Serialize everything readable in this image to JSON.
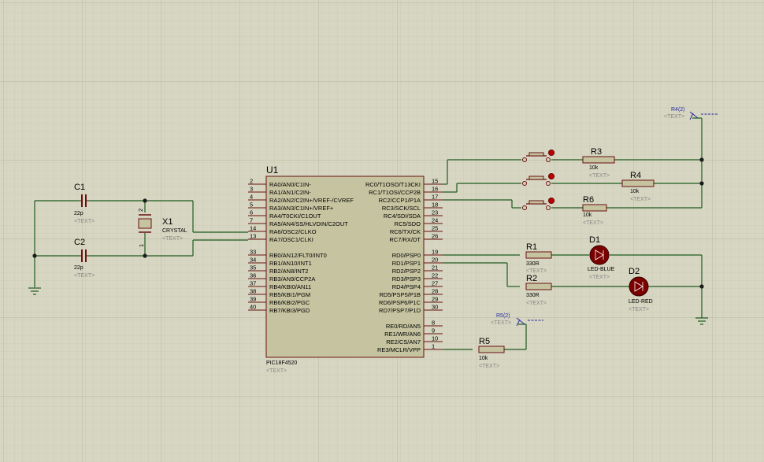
{
  "sheet": {
    "background": "#d6d6c2",
    "wire_color": "#1f5a1f",
    "body_fill": "#c6c4a0",
    "body_stroke": "#6b1010"
  },
  "mcu": {
    "ref": "U1",
    "part": "PIC18F4520",
    "text": "<TEXT>",
    "left_pins": [
      {
        "num": "2",
        "name": "RA0/AN0/C1IN-"
      },
      {
        "num": "3",
        "name": "RA1/AN1/C2IN-"
      },
      {
        "num": "4",
        "name": "RA2/AN2/C2IN+/VREF-/CVREF"
      },
      {
        "num": "5",
        "name": "RA3/AN3/C1IN+/VREF+"
      },
      {
        "num": "6",
        "name": "RA4/T0CKI/C1OUT"
      },
      {
        "num": "7",
        "name": "RA5/AN4/SS/HLVDIN/C2OUT"
      },
      {
        "num": "14",
        "name": "RA6/OSC2/CLKO"
      },
      {
        "num": "13",
        "name": "RA7/OSC1/CLKI"
      },
      {
        "num": "33",
        "name": "RB0/AN12/FLT0/INT0"
      },
      {
        "num": "34",
        "name": "RB1/AN10/INT1"
      },
      {
        "num": "35",
        "name": "RB2/AN8/INT2"
      },
      {
        "num": "36",
        "name": "RB3/AN9/CCP2A"
      },
      {
        "num": "37",
        "name": "RB4/KBI0/AN11"
      },
      {
        "num": "38",
        "name": "RB5/KBI1/PGM"
      },
      {
        "num": "39",
        "name": "RB6/KBI2/PGC"
      },
      {
        "num": "40",
        "name": "RB7/KBI3/PGD"
      }
    ],
    "right_pins": [
      {
        "num": "15",
        "name": "RC0/T1OSO/T13CKI"
      },
      {
        "num": "16",
        "name": "RC1/T1OSI/CCP2B"
      },
      {
        "num": "17",
        "name": "RC2/CCP1/P1A"
      },
      {
        "num": "18",
        "name": "RC3/SCK/SCL"
      },
      {
        "num": "23",
        "name": "RC4/SDI/SDA"
      },
      {
        "num": "24",
        "name": "RC5/SDO"
      },
      {
        "num": "25",
        "name": "RC6/TX/CK"
      },
      {
        "num": "26",
        "name": "RC7/RX/DT"
      },
      {
        "num": "19",
        "name": "RD0/PSP0"
      },
      {
        "num": "20",
        "name": "RD1/PSP1"
      },
      {
        "num": "21",
        "name": "RD2/PSP2"
      },
      {
        "num": "22",
        "name": "RD3/PSP3"
      },
      {
        "num": "27",
        "name": "RD4/PSP4"
      },
      {
        "num": "28",
        "name": "RD5/PSP5/P1B"
      },
      {
        "num": "29",
        "name": "RD6/PSP6/P1C"
      },
      {
        "num": "30",
        "name": "RD7/PSP7/P1D"
      },
      {
        "num": "8",
        "name": "RE0/RD/AN5"
      },
      {
        "num": "9",
        "name": "RE1/WR/AN6"
      },
      {
        "num": "10",
        "name": "RE2/CS/AN7"
      },
      {
        "num": "1",
        "name": "RE3/MCLR/VPP"
      }
    ]
  },
  "components": {
    "c1": {
      "ref": "C1",
      "value": "22p",
      "text": "<TEXT>"
    },
    "c2": {
      "ref": "C2",
      "value": "22p",
      "text": "<TEXT>"
    },
    "x1": {
      "ref": "X1",
      "value": "CRYSTAL",
      "text": "<TEXT>",
      "pin1": "1",
      "pin2": "2"
    },
    "r1": {
      "ref": "R1",
      "value": "330R",
      "text": "<TEXT>"
    },
    "r2": {
      "ref": "R2",
      "value": "330R",
      "text": "<TEXT>"
    },
    "r3": {
      "ref": "R3",
      "value": "10k",
      "text": "<TEXT>"
    },
    "r4": {
      "ref": "R4",
      "value": "10k",
      "text": "<TEXT>"
    },
    "r5": {
      "ref": "R5",
      "value": "10k",
      "text": "<TEXT>"
    },
    "r6": {
      "ref": "R6",
      "value": "10k",
      "text": "<TEXT>"
    },
    "d1": {
      "ref": "D1",
      "value": "LED-BLUE",
      "text": "<TEXT>",
      "color": "#7a0000"
    },
    "d2": {
      "ref": "D2",
      "value": "LED-RED",
      "text": "<TEXT>",
      "color": "#7a0000"
    },
    "pwr_r4": {
      "ref": "R4(2)",
      "text": "<TEXT>"
    },
    "pwr_r5": {
      "ref": "R5(2)",
      "text": "<TEXT>"
    }
  },
  "buttons": [
    {
      "name": "button-top",
      "led_color": "#c00000"
    },
    {
      "name": "button-middle",
      "led_color": "#c00000"
    },
    {
      "name": "button-bottom",
      "led_color": "#c00000"
    }
  ]
}
